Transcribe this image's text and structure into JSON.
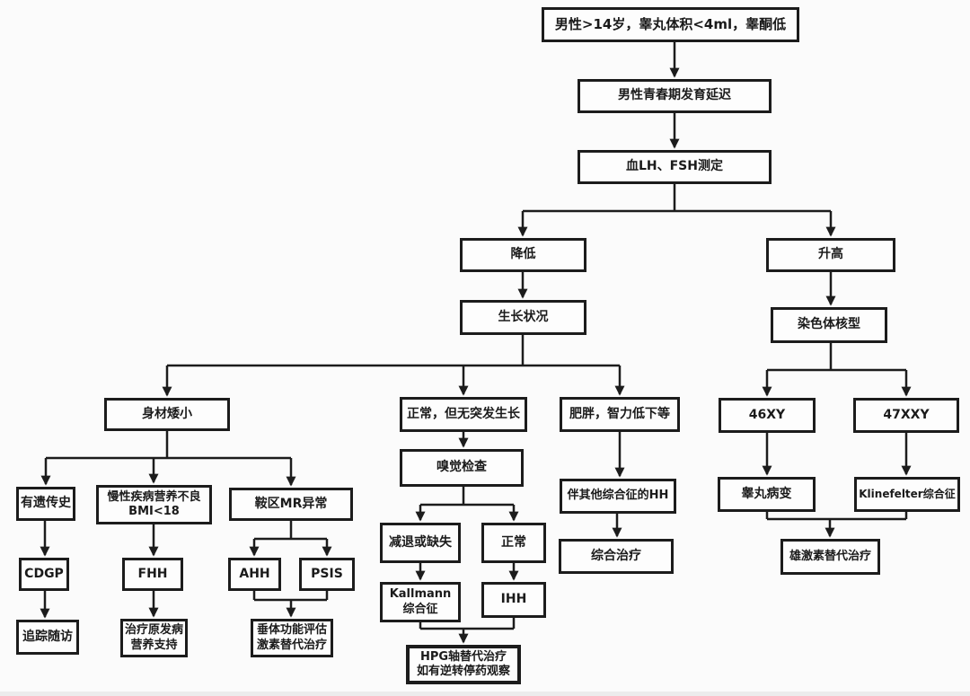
{
  "diagram": {
    "colors": {
      "line": "#1c1c1c",
      "box_background": "#fdfdfd",
      "canvas_background": "#fbfbfb"
    },
    "nodes": {
      "start": {
        "label": "男性>14岁，睾丸体积<4ml，睾酮低"
      },
      "delay": {
        "label": "男性青春期发育延迟"
      },
      "lh_fsh": {
        "label": "血LH、FSH测定"
      },
      "low": {
        "label": "降低"
      },
      "high": {
        "label": "升高"
      },
      "growth": {
        "label": "生长状况"
      },
      "karyotype": {
        "label": "染色体核型"
      },
      "short_stature": {
        "label": "身材矮小"
      },
      "normal_no_spurt": {
        "label": "正常，但无突发生长"
      },
      "obese": {
        "label": "肥胖，智力低下等"
      },
      "xy46": {
        "label": "46XY"
      },
      "xxy47": {
        "label": "47XXY"
      },
      "genetic_history": {
        "label": "有遗传史"
      },
      "chronic_disease": {
        "label": "慢性疾病营养不良\nBMI<18"
      },
      "saddle_mr": {
        "label": "鞍区MR异常"
      },
      "smell_test": {
        "label": "嗅觉检查"
      },
      "other_hh": {
        "label": "伴其他综合征的HH"
      },
      "testis_lesion": {
        "label": "睾丸病变"
      },
      "klinefelter": {
        "label": "Klinefelter综合征"
      },
      "cdgp": {
        "label": "CDGP"
      },
      "fhh": {
        "label": "FHH"
      },
      "ahh": {
        "label": "AHH"
      },
      "psis": {
        "label": "PSIS"
      },
      "reduced_absent": {
        "label": "减退或缺失"
      },
      "normal_smell": {
        "label": "正常"
      },
      "comprehensive": {
        "label": "综合治疗"
      },
      "androgen": {
        "label": "雄激素替代治疗"
      },
      "follow_up": {
        "label": "追踪随访"
      },
      "treat_primary": {
        "label": "治疗原发病\n营养支持"
      },
      "kallmann": {
        "label": "Kallmann\n综合征"
      },
      "ihh": {
        "label": "IHH"
      },
      "pituitary": {
        "label": "垂体功能评估\n激素替代治疗"
      },
      "hpg": {
        "label": "HPG轴替代治疗\n如有逆转停药观察"
      }
    },
    "edges": [
      {
        "from": "start",
        "to": "delay"
      },
      {
        "from": "delay",
        "to": "lh_fsh"
      },
      {
        "from": "lh_fsh",
        "to": "low"
      },
      {
        "from": "lh_fsh",
        "to": "high"
      },
      {
        "from": "low",
        "to": "growth"
      },
      {
        "from": "high",
        "to": "karyotype"
      },
      {
        "from": "growth",
        "to": "short_stature"
      },
      {
        "from": "growth",
        "to": "normal_no_spurt"
      },
      {
        "from": "growth",
        "to": "obese"
      },
      {
        "from": "karyotype",
        "to": "xy46"
      },
      {
        "from": "karyotype",
        "to": "xxy47"
      },
      {
        "from": "short_stature",
        "to": "genetic_history"
      },
      {
        "from": "short_stature",
        "to": "chronic_disease"
      },
      {
        "from": "short_stature",
        "to": "saddle_mr"
      },
      {
        "from": "genetic_history",
        "to": "cdgp"
      },
      {
        "from": "chronic_disease",
        "to": "fhh"
      },
      {
        "from": "saddle_mr",
        "to": "ahh"
      },
      {
        "from": "saddle_mr",
        "to": "psis"
      },
      {
        "from": "cdgp",
        "to": "follow_up"
      },
      {
        "from": "fhh",
        "to": "treat_primary"
      },
      {
        "from": "ahh",
        "to": "pituitary"
      },
      {
        "from": "psis",
        "to": "pituitary"
      },
      {
        "from": "normal_no_spurt",
        "to": "smell_test"
      },
      {
        "from": "smell_test",
        "to": "reduced_absent"
      },
      {
        "from": "smell_test",
        "to": "normal_smell"
      },
      {
        "from": "reduced_absent",
        "to": "kallmann"
      },
      {
        "from": "normal_smell",
        "to": "ihh"
      },
      {
        "from": "kallmann",
        "to": "hpg"
      },
      {
        "from": "ihh",
        "to": "hpg"
      },
      {
        "from": "obese",
        "to": "other_hh"
      },
      {
        "from": "other_hh",
        "to": "comprehensive"
      },
      {
        "from": "xy46",
        "to": "testis_lesion"
      },
      {
        "from": "xxy47",
        "to": "klinefelter"
      },
      {
        "from": "testis_lesion",
        "to": "androgen"
      },
      {
        "from": "klinefelter",
        "to": "androgen"
      }
    ]
  }
}
